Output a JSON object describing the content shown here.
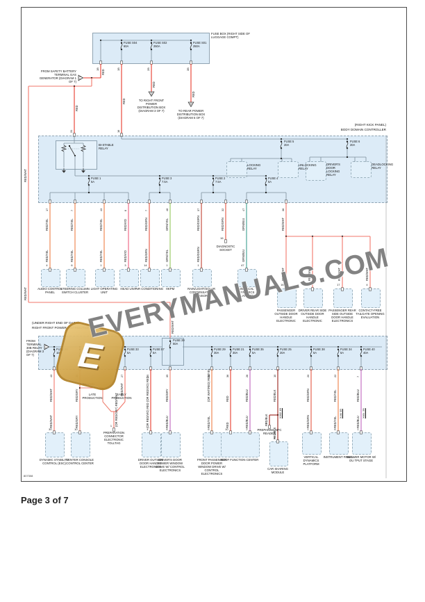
{
  "page": {
    "footer": "Page 3 of 7",
    "code": "807308",
    "watermark": "EVERYMANUALS.COM",
    "logo_letter": "E"
  },
  "colors": {
    "RED": "#e8392b",
    "RED/YEL": "#ef7e45",
    "RED/VIO": "#ee5f7d",
    "RED/GRN": "#e4543f",
    "RED/DGRN": "#bf4030",
    "GRN/YEL": "#93c75c",
    "GRN/BLU": "#3d9e90",
    "RED/WHT": "#f2766a",
    "RED/GRY": "#ee8373",
    "RED/BLU": "#bf63bd",
    "RED/BLK": "#992019",
    "(OR RED/GRY) RED/WHT": "#f2766a",
    "(OR RED/VIO) RED": "#e8392b",
    "(OR WHT/RED) RED/YEL": "#ef7e45",
    "panel_fill": "#dcebf7",
    "bus": "#7d8f9b"
  },
  "top": {
    "box_label": "FUSE BOX (RIGHT SIDE OF LUGGAGE COMPT)",
    "fuses": [
      {
        "name": "FUSE S04",
        "amp": "60A"
      },
      {
        "name": "FUSE S02",
        "amp": "250A"
      },
      {
        "name": "FUSE S01",
        "amp": "250A"
      }
    ],
    "pins": [
      "1B",
      "1B",
      "2B",
      "3B"
    ],
    "from_battery": "FROM SAFETY BATTERY TERMINAL GAS GENERATOR (DIAGRAM 1 OF 7)",
    "to_front": "TO RIGHT FRONT POWER DISTRIBUTION BOX (DIAGRAM 3 OF 7)",
    "to_rear": "TO REAR POWER DISTRIBUTION BOX (DIAGRAM 6 OF 7)",
    "wire_red": "RED",
    "wire_redwht": "RED/WHT"
  },
  "bdc": {
    "location": "(RIGHT KICK PANEL)",
    "name": "BODY DOMAIN CONTROLLER",
    "relay": "BI-STABLE RELAY",
    "input_pins": [
      "31",
      "16"
    ],
    "top_fuses": [
      {
        "name": "FUSE 5",
        "amp": "20A"
      },
      {
        "name": "FUSE 6",
        "amp": "20A"
      }
    ],
    "relays": [
      "LOCKING RELAY",
      "UNLOCKING RELAY",
      "DRIVER'S DOOR LOCKING RELAY",
      "DEADLOCKING RELAY"
    ],
    "mid_fuses": [
      {
        "name": "FUSE 1",
        "amp": "5A"
      },
      {
        "name": "FUSE 3",
        "amp": "7.5A"
      },
      {
        "name": "FUSE 2",
        "amp": "7.5A"
      },
      {
        "name": "FUSE 4",
        "amp": "5A"
      }
    ],
    "outputs": [
      {
        "pin": "17",
        "color": "RED/YEL",
        "cpin": "4",
        "comp": "AUDIO CONTROL PANEL"
      },
      {
        "pin": "7",
        "color": "RED/YEL",
        "cpin": "6",
        "comp": "STEERING COLUMN SWITCH CLUSTER"
      },
      {
        "pin": "43",
        "color": "RED/YEL",
        "cpin": "1",
        "comp": "LIGHT OPERATING UNIT"
      },
      {
        "pin": "8",
        "color": "RED/VIO",
        "cpin": "3",
        "comp": "HEAD UNIT"
      },
      {
        "pin": "7",
        "color": "RED/GRN",
        "cpin": "14",
        "comp": "AIR CONDITIONING"
      },
      {
        "pin": "48",
        "color": "GRN/YEL",
        "cpin": "1",
        "comp": "HKPM"
      },
      {
        "pin": "37",
        "color": "RED/DGRN",
        "cpin": "1",
        "comp": "RAIN/LIGHT/SOLAR CONDENSATION SENSOR"
      },
      {
        "pin": "32",
        "color": "RED/GRN",
        "cpin": "16",
        "comp": "DIAGNOSTIC SOCKET"
      },
      {
        "pin": "47",
        "color": "GRN/BLU",
        "cpin": "47",
        "comp": "VERTICAL DYNAMICS PLATFORM"
      },
      {
        "pin": "38",
        "color": "RED/WHT",
        "cpin": "",
        "comp": ""
      }
    ],
    "door_handles": [
      {
        "color": "RED/WHT",
        "cpin": "16",
        "comp": "PASSENGER OUTSIDE DOOR HANDLE ELECTRONIC"
      },
      {
        "color": "RED/WHT",
        "cpin": "17",
        "comp": "DRIVER REAR SIDE OUTSIDE DOOR HANDLE ELECTRONIC"
      },
      {
        "color": "RED/WHT",
        "cpin": "17",
        "comp": "PASSENGER REAR SIDE OUTSIDE DOOR HANDLE ELECTRONICS"
      },
      {
        "color": "RED/WHT",
        "cpin": "4",
        "comp": "CONTACT-FREE TAILGATE OPENING EVALUATION"
      }
    ]
  },
  "dist": {
    "location": "(UNDER RIGHT END OF DASH)",
    "name": "RIGHT FRONT POWER DISTRIBUTION BOX",
    "from": "FROM TERMINAL 30B RELAY (DIAGRAM 3 OF 7)",
    "feed_color": "RED/WHT",
    "fuses": [
      {
        "name": "FUSE 26",
        "amp": "10A"
      },
      {
        "name": "FUSE 32",
        "amp": "5A"
      },
      {
        "name": "FUSE 33",
        "amp": "5A"
      },
      {
        "name": "FUSE 57",
        "amp": "5A"
      },
      {
        "name": "FUSE 39",
        "amp": "50A"
      },
      {
        "name": "FUSE 29",
        "amp": "30A"
      },
      {
        "name": "FUSE 21",
        "amp": "30A"
      },
      {
        "name": "FUSE 35",
        "amp": "5A"
      },
      {
        "name": "FUSE 25",
        "amp": "20A"
      },
      {
        "name": "FUSE 38",
        "amp": "5A"
      },
      {
        "name": "FUSE 34",
        "amp": "5A"
      },
      {
        "name": "FUSE 40",
        "amp": "40A"
      }
    ],
    "branch": {
      "late": "LATE PRODUCTION",
      "early": "EARLY PRODUCTION",
      "branch_color": "RED/GRY",
      "merge_color": "(OR RED/GRY) RED/WHT"
    },
    "outputs": [
      {
        "pin": "43",
        "top": "RED/WHT",
        "bot": "RED/WHT",
        "cpin": "30",
        "comp": "DYNAMIC STABILITY CONTROL (ESC)",
        "code": ""
      },
      {
        "pin": "30",
        "top": "RED/GRY",
        "bot": "RED/GRY",
        "cpin": "10",
        "comp": "CENTER CONSOLE CONTROL CENTER",
        "code": ""
      },
      {
        "pin": "27",
        "top": "RED/WHT",
        "bot": "",
        "cpin": "1",
        "comp": "PREPARATION CONNECTOR ELECTRONIC TOLLTAG",
        "code": ""
      },
      {
        "pin": "25",
        "top": "(OR RED/VIO) RED",
        "bot": "(OR RED/VIO) RED",
        "cpin": "4",
        "comp": "DRIVER OUTSIDE DOOR HANDLE ELECTRONICS",
        "code": ""
      },
      {
        "pin": "35",
        "top": "RED/GRY",
        "bot": "RED/BLU",
        "cpin": "6",
        "comp": "DRIVER'S DOOR POWER WINDOW DRIVE W/ CONTROL ELECTRONICS",
        "code": ""
      },
      {
        "pin": "26",
        "top": "(OR WHT/RED) RED/YEL",
        "bot": "RED/YEL",
        "cpin": "6",
        "comp": "FRONT PASSENGER DOOR POWER WINDOW DRIVE W/ CONTROL ELECTRONICS",
        "code": ""
      },
      {
        "pin": "36",
        "top": "RED",
        "bot": "RED",
        "cpin": "10",
        "comp": "ROOF FUNCTION CENTER",
        "code": ""
      },
      {
        "pin": "26",
        "top": "RED/BLU",
        "bot": "RED/BLU",
        "cpin": "2",
        "comp": "",
        "code": ""
      },
      {
        "pin": "10",
        "top": "RED/BLK",
        "bot": "RED/BLK",
        "cpin": "1",
        "comp": "CAR SHARING MODULE",
        "code": "X302 1B",
        "branch_comp": "PREPARING NFC READER",
        "branch_cpin": "4",
        "branch_color": "RED/BLK"
      },
      {
        "pin": "20",
        "top": "RED/GRN",
        "bot": "RED/GRN",
        "cpin": "1",
        "comp": "VERTICAL DYNAMICS PLATFORM",
        "code": ""
      },
      {
        "pin": "22",
        "top": "RED/YEL",
        "bot": "RED/YEL",
        "cpin": "6",
        "comp": "INSTRUMENT PANEL",
        "code": "X4M 3B"
      },
      {
        "pin": "7",
        "top": "RED/BLU",
        "bot": "RED/BLU",
        "cpin": "1",
        "comp": "BLOWER MOTOR W/ OU TPUT STAGE",
        "code": "X60L 2B"
      }
    ]
  }
}
